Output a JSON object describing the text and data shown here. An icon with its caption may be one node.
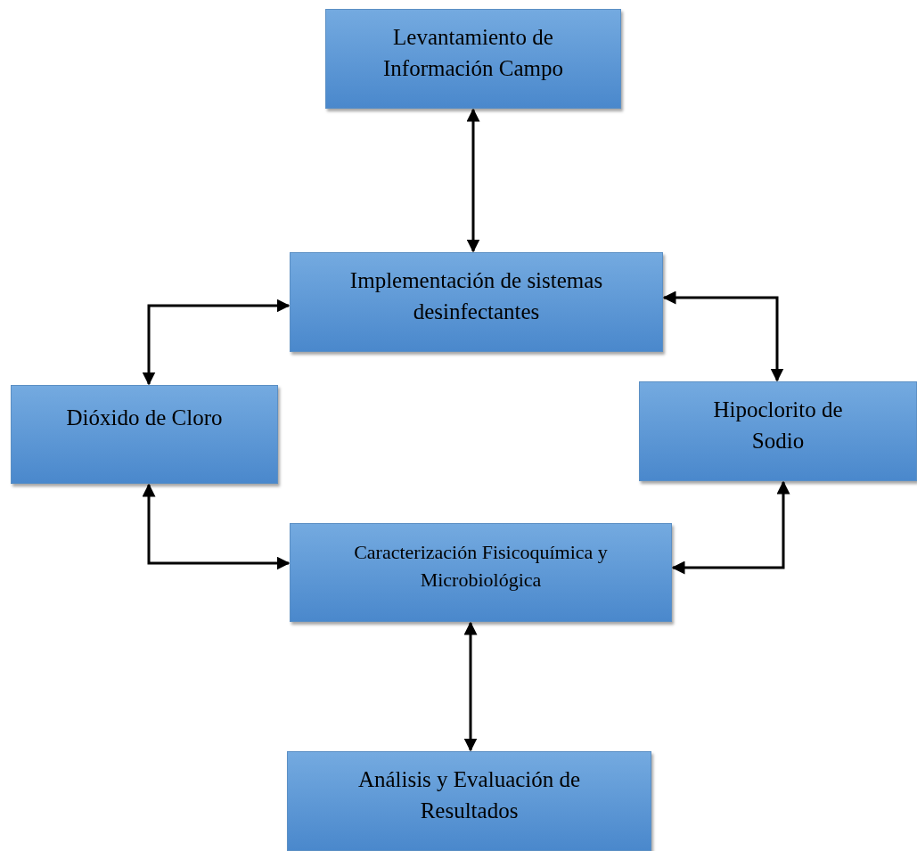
{
  "diagram": {
    "nodes": [
      {
        "text": [
          "Levantamiento de Información Campo"
        ]
      },
      {
        "text": [
          "Implementación de sistemas desinfectantes"
        ]
      },
      {
        "text": [
          "Dióxido de Cloro"
        ]
      },
      {
        "text": [
          "Hipoclorito de Sodio"
        ]
      },
      {
        "text": [
          "Caracterización Fisicoquímica y Microbiológica"
        ]
      },
      {
        "text": [
          "Análisis y Evaluación de Resultados"
        ]
      }
    ],
    "edges": [
      {
        "from": 0,
        "to": 1,
        "arrow": "both"
      },
      {
        "from": 1,
        "to": 2,
        "arrow": "both"
      },
      {
        "from": 1,
        "to": 3,
        "arrow": "both"
      },
      {
        "from": 2,
        "to": 4,
        "arrow": "both"
      },
      {
        "from": 3,
        "to": 4,
        "arrow": "both"
      },
      {
        "from": 4,
        "to": 5,
        "arrow": "both"
      }
    ]
  }
}
